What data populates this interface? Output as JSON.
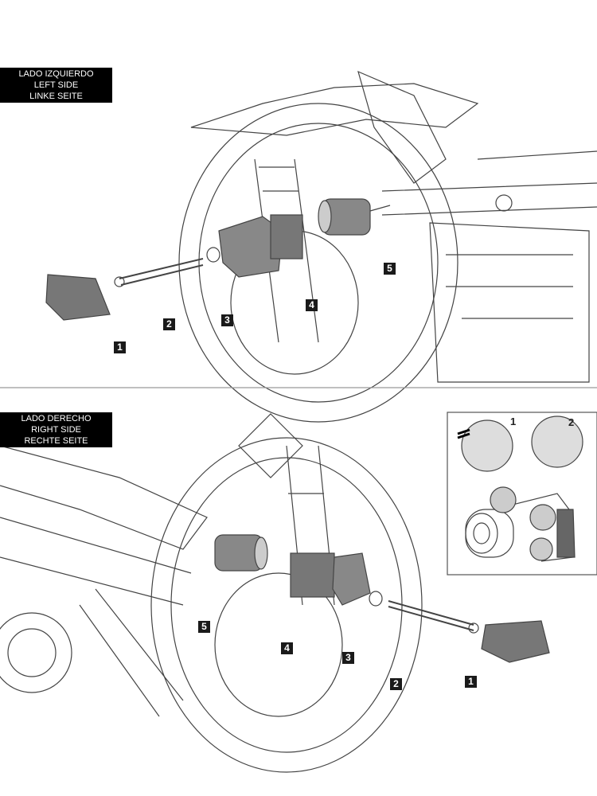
{
  "left_side": {
    "title_lines": [
      "LADO IZQUIERDO",
      "LEFT SIDE",
      "LINKE SEITE"
    ],
    "callouts": [
      "1",
      "2",
      "3",
      "4",
      "5"
    ]
  },
  "right_side": {
    "title_lines": [
      "LADO DERECHO",
      "RIGHT SIDE",
      "RECHTE SEITE"
    ],
    "callouts": [
      "5",
      "4",
      "3",
      "2",
      "1"
    ],
    "inset": {
      "steps": [
        "1",
        "2"
      ]
    }
  },
  "colors": {
    "line": "#333333",
    "part_fill": "#6e6e6e",
    "label_bg": "#000000"
  }
}
